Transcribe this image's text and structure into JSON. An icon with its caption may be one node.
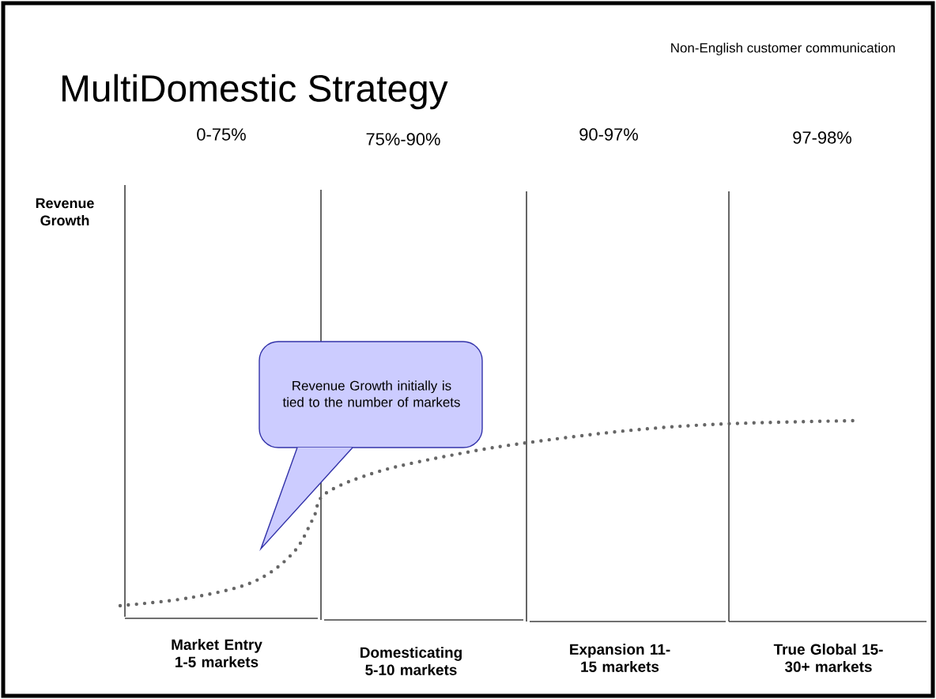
{
  "diagram": {
    "title": "MultiDomestic Strategy",
    "nodes": [
      {
        "text": [
          "Revenue Growth initially is tied to the number of markets"
        ]
      }
    ],
    "labels": [
      "Non-English customer communication",
      "0-75%",
      "75%-90%",
      "90-97%",
      "97-98%",
      "Revenue Growth",
      "Market Entry 1-5 markets",
      "Domesticating 5-10 markets",
      "Expansion 11-15 markets",
      "True Global 15-30+ markets"
    ]
  }
}
